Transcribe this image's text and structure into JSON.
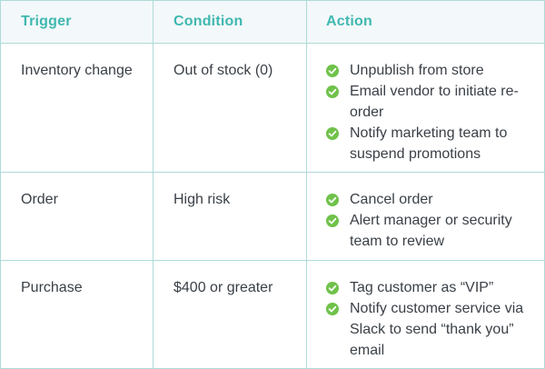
{
  "headers": {
    "trigger": "Trigger",
    "condition": "Condition",
    "action": "Action"
  },
  "rows": [
    {
      "trigger": "Inventory change",
      "condition": "Out of stock (0)",
      "actions": [
        "Unpublish from store",
        "Email vendor to initiate re-order",
        "Notify marketing team to suspend promotions"
      ]
    },
    {
      "trigger": "Order",
      "condition": "High risk",
      "actions": [
        "Cancel order",
        "Alert manager or security team to review"
      ]
    },
    {
      "trigger": "Purchase",
      "condition": "$400 or greater",
      "actions": [
        "Tag customer as “VIP”",
        "Notify customer service via Slack to send “thank you” email"
      ]
    }
  ],
  "icons": {
    "bullet": "check-circle-icon"
  },
  "colors": {
    "header_text": "#3fb8b0",
    "border": "#aedbd8",
    "check": "#6fc24a",
    "body_text": "#3a4047"
  }
}
